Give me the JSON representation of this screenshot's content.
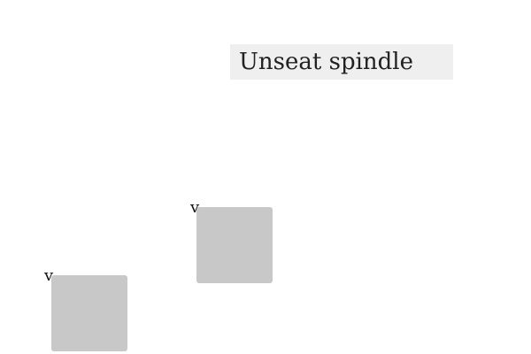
{
  "instruction": {
    "text": "Unseat spindle"
  },
  "tiles": [
    {
      "label": "v"
    },
    {
      "label": "v"
    }
  ],
  "colors": {
    "instruction_background": "#efefef",
    "tile": "#c8c8c8",
    "page_background": "#ffffff"
  }
}
